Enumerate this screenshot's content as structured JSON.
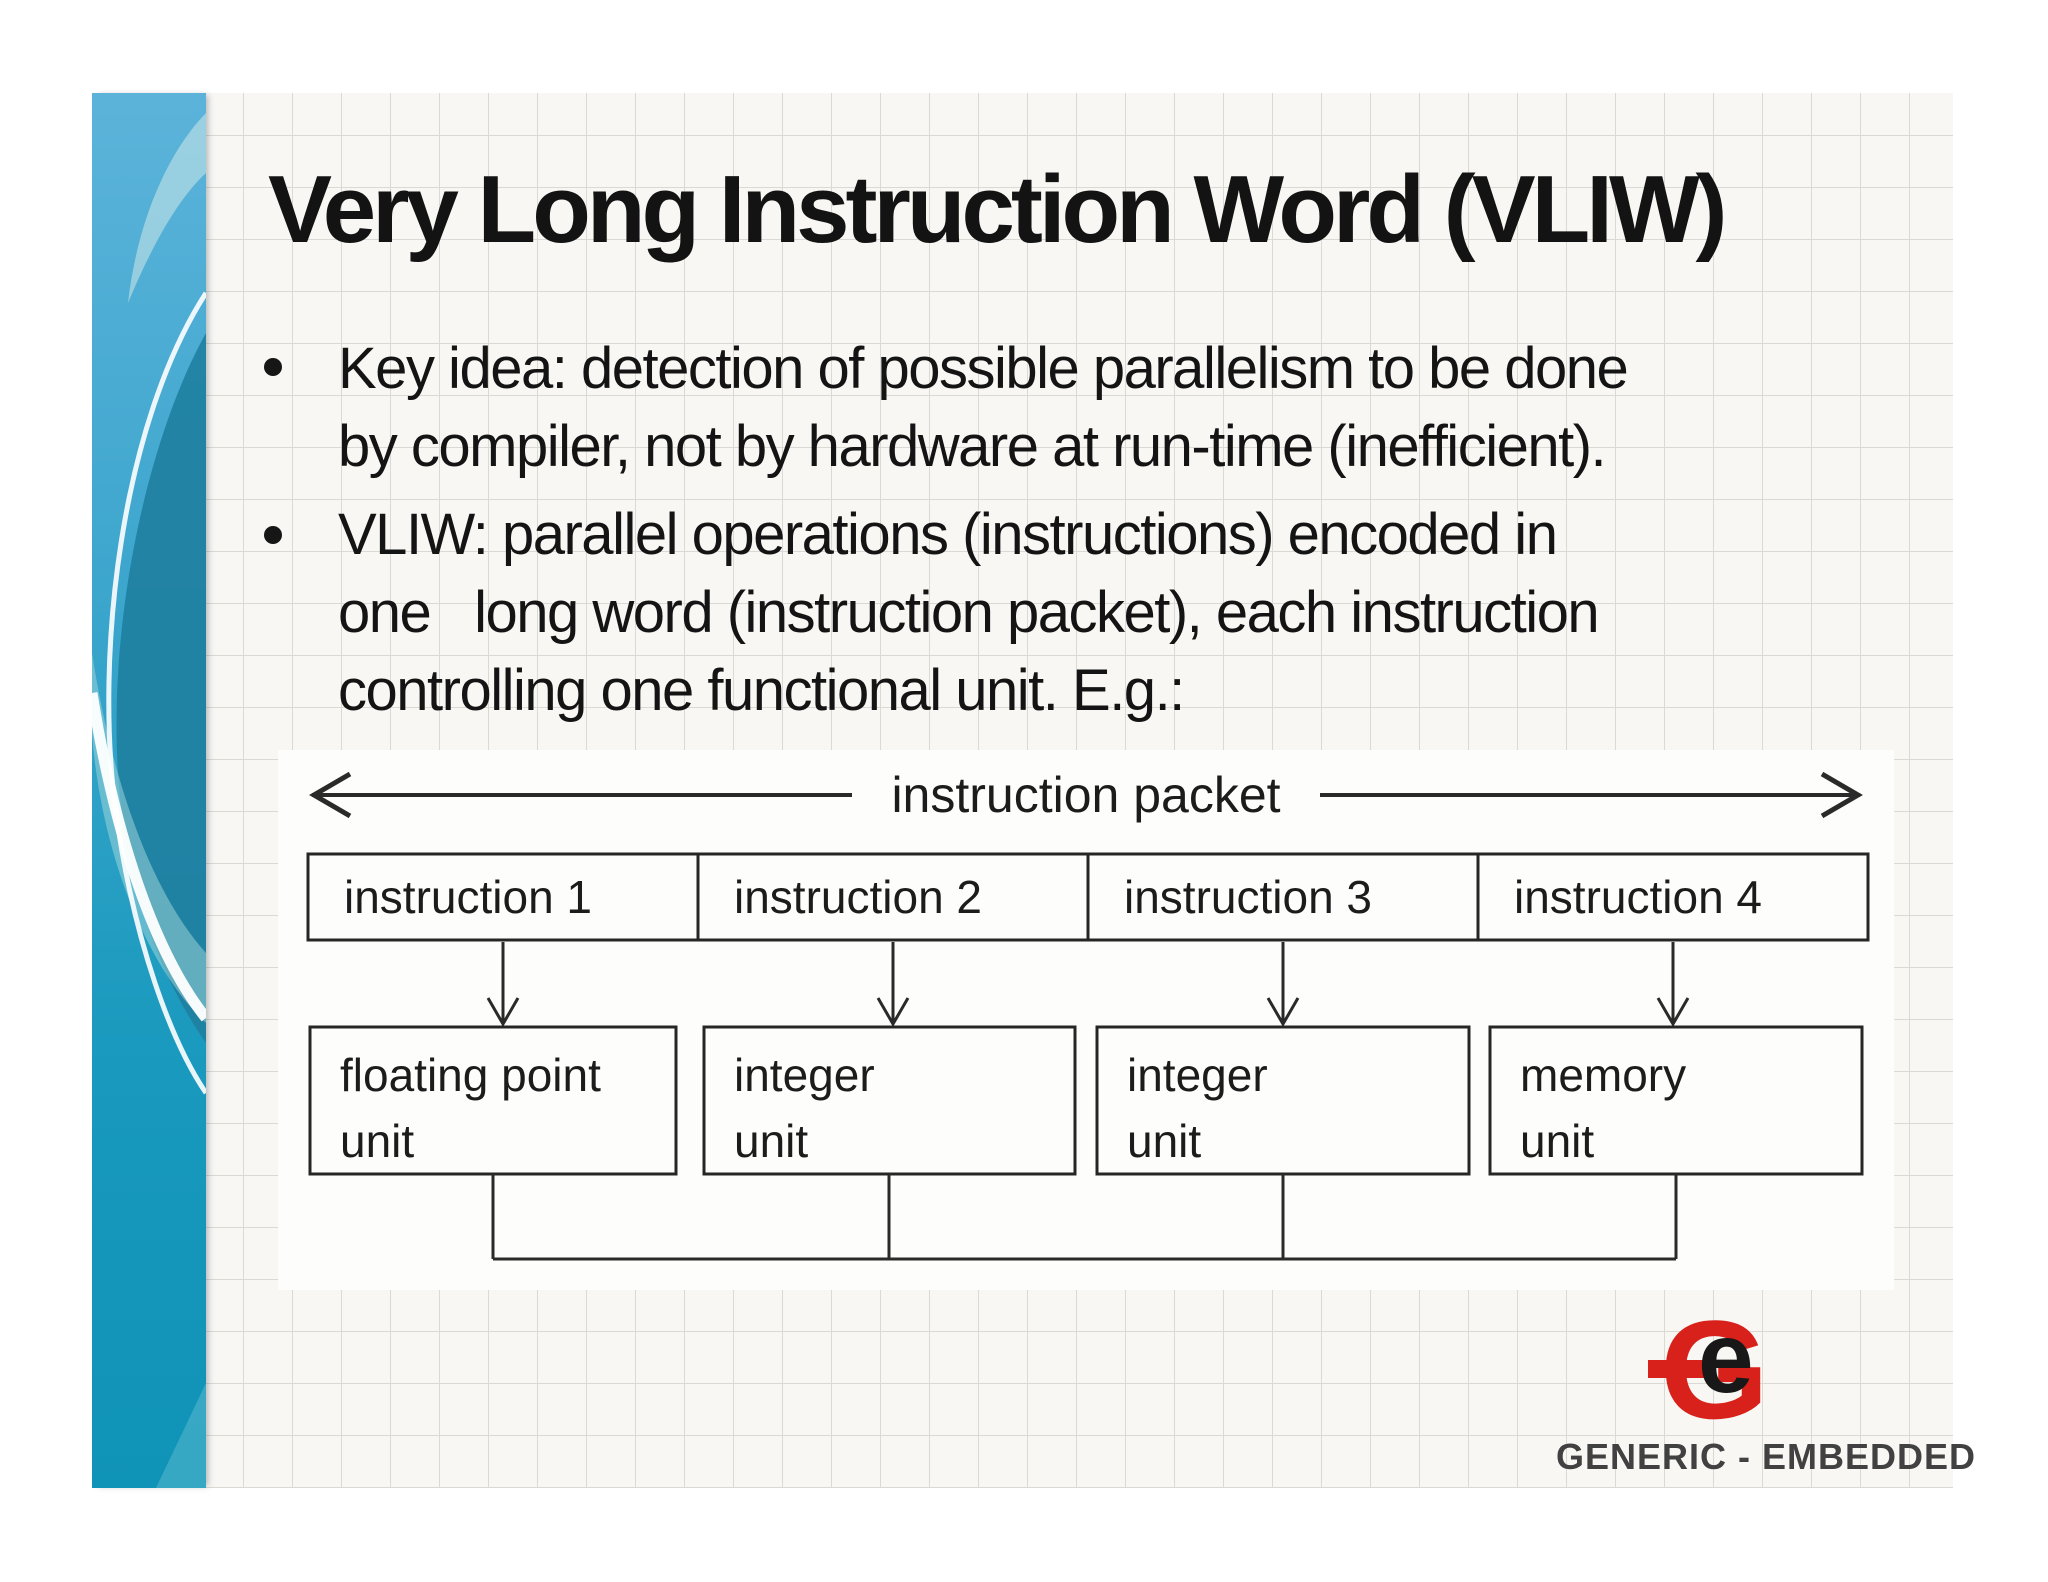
{
  "slide": {
    "title": "Very Long Instruction Word (VLIW)",
    "bullets": [
      {
        "lines": [
          "Key idea: detection of possible parallelism to be done",
          "by compiler, not by hardware at run-time (inefficient)."
        ]
      },
      {
        "lines": [
          "VLIW: parallel operations (instructions) encoded in",
          "one   long word (instruction packet), each instruction",
          "controlling one functional unit. E.g.:"
        ]
      }
    ]
  },
  "diagram": {
    "packet_label": "instruction packet",
    "instructions": [
      "instruction 1",
      "instruction 2",
      "instruction 3",
      "instruction 4"
    ],
    "units": [
      [
        "floating point",
        "unit"
      ],
      [
        "integer",
        "unit"
      ],
      [
        "integer",
        "unit"
      ],
      [
        "memory",
        "unit"
      ]
    ]
  },
  "logo": {
    "glyph_g": "G",
    "glyph_e": "e",
    "caption": "GENERIC - EMBEDDED"
  },
  "colors": {
    "sidebar_teal": "#2ea2c8",
    "sidebar_dark_teal": "#1f80a1",
    "logo_red": "#d8211a",
    "text": "#141414",
    "grid_line": "#dbd9d4",
    "grid_bg": "#f8f7f4"
  }
}
